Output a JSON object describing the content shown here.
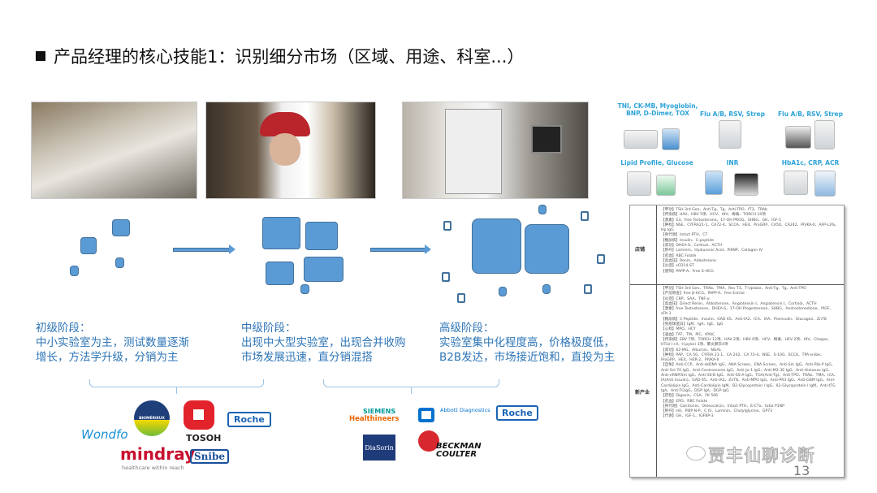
{
  "title": "产品经理的核心技能1：识别细分市场（区域、用途、科室...）",
  "stages": [
    {
      "heading": "初级阶段：",
      "line1": "中小实验室为主，测试数量逐渐",
      "line2": "增长，方法学升级，分销为主"
    },
    {
      "heading": "中级阶段：",
      "line1": "出现中大型实验室，出现合并收购",
      "line2": "市场发展迅速，直分销混搭"
    },
    {
      "heading": "高级阶段：",
      "line1": "实验室集中化程度高，价格极度低，",
      "line2": "B2B发达，市场接近饱和，直投为主"
    }
  ],
  "vendors_left": {
    "biomerieux": "BIOMÉRIEUX",
    "tosoh": "TOSOH",
    "roche": "Roche",
    "wondfo": "Wondfo",
    "mindray": "mindray",
    "mindray_tag": "healthcare within reach",
    "snibe": "Snibe"
  },
  "vendors_right": {
    "siemens": "SIEMENS",
    "healthineers": "Healthineers",
    "abbott": "Abbott Diagnostics",
    "roche": "Roche",
    "diasorin": "DiaSorin",
    "beckman1": "BECKMAN",
    "beckman2": "COULTER"
  },
  "products": [
    {
      "label": "TNI, CK-MB, Myoglobin, BNP, D-Dimer, TOX"
    },
    {
      "label": "Flu A/B, RSV, Strep"
    },
    {
      "label": "Flu A/B, RSV, Strep"
    },
    {
      "label": "Lipid Profile, Glucose"
    },
    {
      "label": "INR"
    },
    {
      "label": "HbA1c, CRP, ACR"
    }
  ],
  "table": {
    "rows": [
      {
        "category": "店铺",
        "lines": [
          "【甲功】TSH 3rd Gen、Anti-Tg、Tg、Anti-TPO、fT3、TRAb",
          "【传染病】HAV、HBV 5项、HCV、HIV、梅毒、TORCH 10项",
          "【激素】E3、free Testosterone、17-OH PROG、SHBG、GH、IGF-1",
          "【肿标】NSE、CYFRA21-1、CA72-4、SCCA、HE4、ProGRP、CA50、CA242、PIVKA-II、AFP-L3%、Hp IgG",
          "【骨代谢】Intact PTH、CT",
          "【糖尿病】Insulin、C-peptide",
          "【肾功】DHEA-S、Cortisol、ACTH",
          "【肝纤】Laminin、Hyaluronic Acid、PIIINP、Collagen IV",
          "【贫血】RBC Folate",
          "【高血压】Renin、Aldosterone",
          "【炎症】sCD14-ST",
          "【唐筛】PAPP-A、Free ß-HCG"
        ]
      },
      {
        "category": "新产业",
        "lines": [
          "【甲功】TSH 3rd Gen、TRAb、TMA、Rev T3、T-Uptake、Anti-Tg、Tg、Anti-TPO",
          "【产前筛查】free β-HCG、PAPP-A、free Estriol",
          "【炎症】CRP、SAA、TNF-α",
          "【高血压】Direct Renin、Aldosterone、Angiotensin I、Angiotensin I、Cortisol、ACTH",
          "【激素】free Testosterone、DHEA-S、17-OH Progesterone、SHBG、Androstenedione、PIGF、sFlt-1",
          "【糖尿病】C-Peptide、Insulin、GAD 65、Anti-IA2、ICA、IAA、Proinsulin、Glucagon、ZnT8",
          "【免疫球蛋白】IgM、IgA、IgE、IgG",
          "【心标】MPO、HCY",
          "【凝血】TAT、TM、PIC、tPAIC",
          "【传染病】EBV 7项、TORCH 12项、HAV 2项、HBV 6项、HCV、梅毒、HEV 2项、HIV、Chagas、HTLV I+II、H.pylori 3项、肺炎肺衣4项",
          "【肾功】ß2-MG、Albumin、NGAL",
          "【肿标】PAP、CA 50、CYFRA 21-1、CA 242、CA 72-4、NSE、S-100、SCCA、TPA-snibe、ProGRP、HE4、HER-2、PIVKA-II",
          "【自免】Anti-CCP、Anti-dsDNA IgG、ANA Screen、ENA Screen、Anti-Sm IgG、Anti-Rib-P IgG、Anti-Scl-70 IgG、Anti-Centromeres IgG、Anti-Jo-1 IgG、Anti-M2-3E IgG、Anti-Histones IgG、Anti-nRNP/Sm IgG、Anti-SS-B IgG、Anti-SS-A IgG、TGA(Anti-Tg)、Anti-TPO、TRAb、TMA、ICA、IA(Anti Insulin)、GAD 65、Anti-IA2、ZnT8、Anti-MPO IgG、Anti-PR3 IgG、Anti-GBM IgG、Anti-Cardiolipin IgG、Anti-Cardiolipin IgM、B2-Glycoprotein I IgG、ß2-Glycoprotein I IgM、Anti-tTG IgA、Anti-TGIgG、DGP IgA、DGP IgG",
          "【药检】Digoxin、CSA、FK 506",
          "【贫血】EPO、RBC Folate",
          "【骨代谢】Calcitonin、Osteocalcin、Intact PTH、ß-CTx、total P1NP",
          "【肝纤】HA、PIIIP N-P、C IV、Laminin、Cholylglycine、GP73",
          "【代谢】GH、IGF-1、IGFBP-3"
        ]
      }
    ]
  },
  "watermark": "贾丰仙聊诊断",
  "page_number": "13",
  "colors": {
    "accent": "#2e75b6",
    "square": "#5b9bd5"
  }
}
